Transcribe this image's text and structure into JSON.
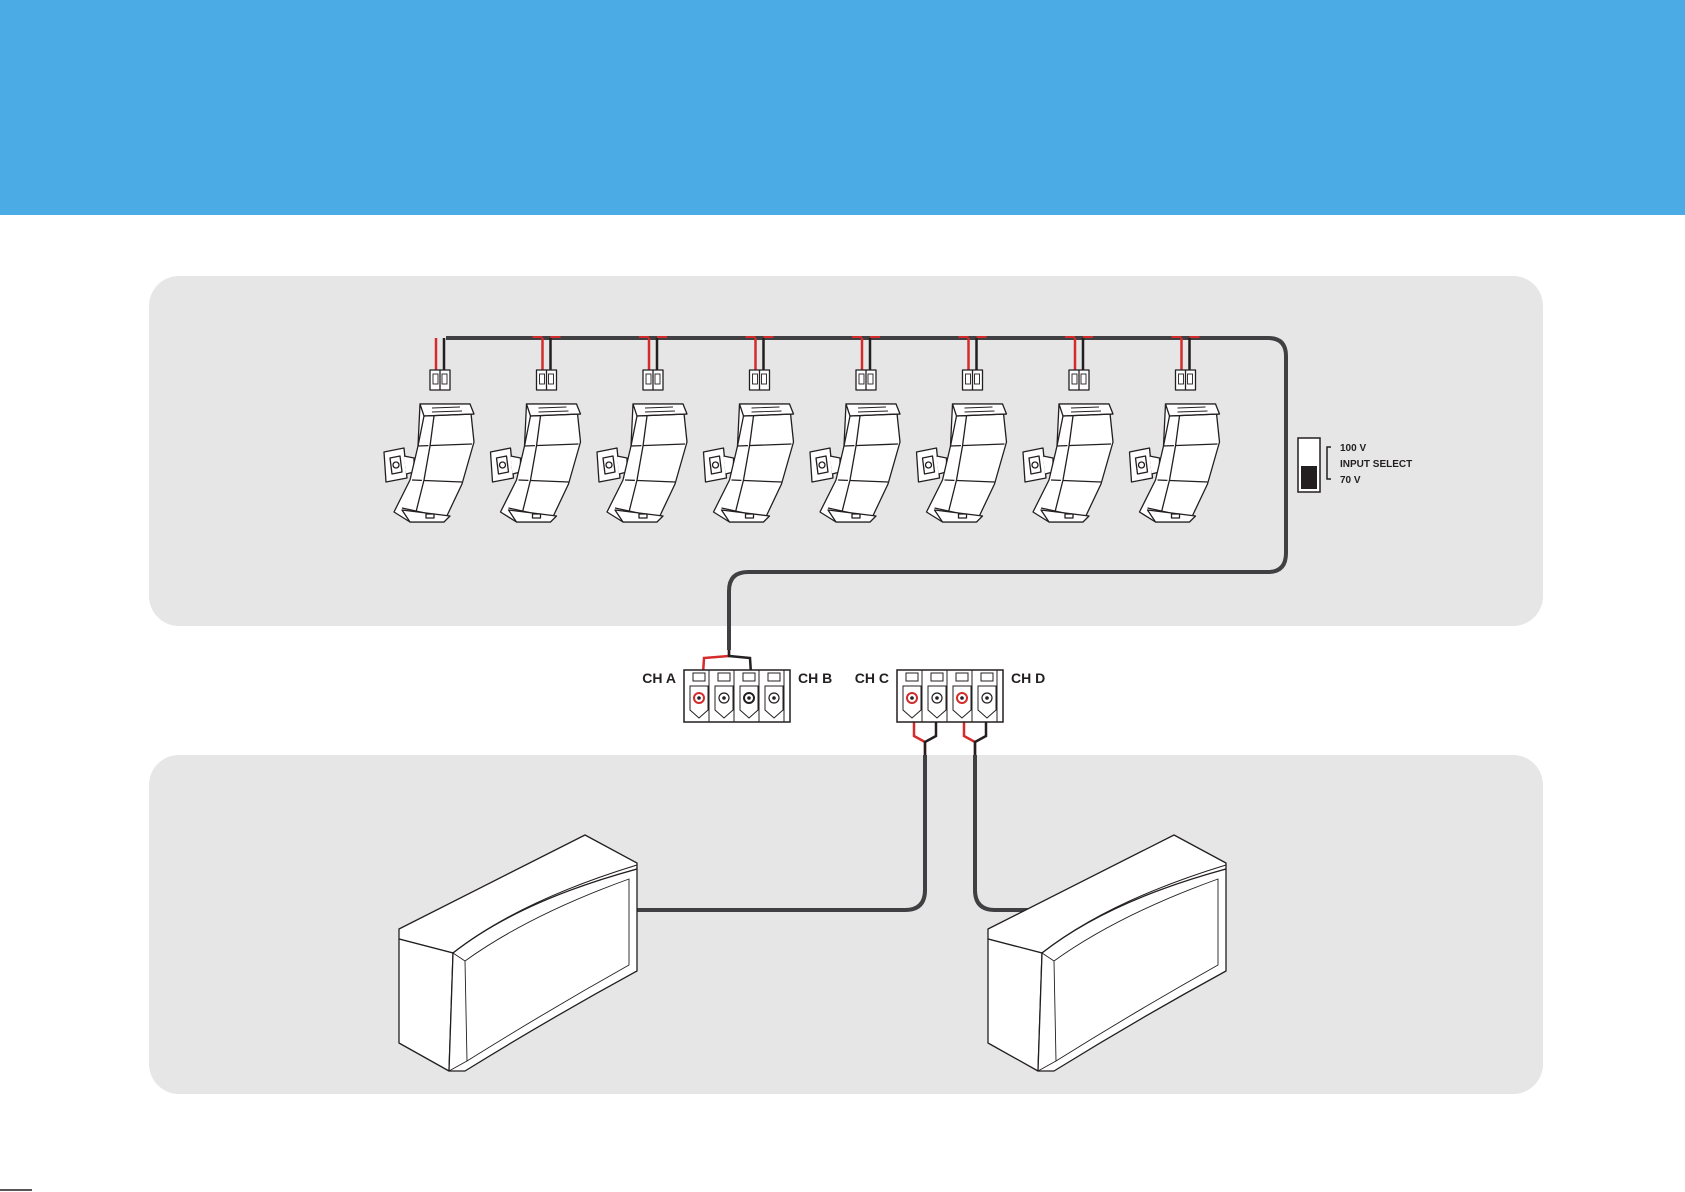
{
  "colors": {
    "header": "#4aabe5",
    "panel": "#e6e6e6",
    "cable": "#404042",
    "wire_red": "#d52b2b",
    "wire_black": "#231f20",
    "outline": "#231f20",
    "speaker_face": "#ffffff"
  },
  "line_array": {
    "speaker_count": 8,
    "icon": "line-array-speaker-icon"
  },
  "input_select": {
    "upper_label": "100 V",
    "middle_label": "INPUT SELECT",
    "lower_label": "70 V",
    "icon": "voltage-switch-icon"
  },
  "terminal_blocks": [
    {
      "left_label": "CH A",
      "right_label": "CH B"
    },
    {
      "left_label": "CH C",
      "right_label": "CH D"
    }
  ],
  "subwoofers": {
    "count": 2,
    "icon": "subwoofer-cabinet-icon"
  }
}
